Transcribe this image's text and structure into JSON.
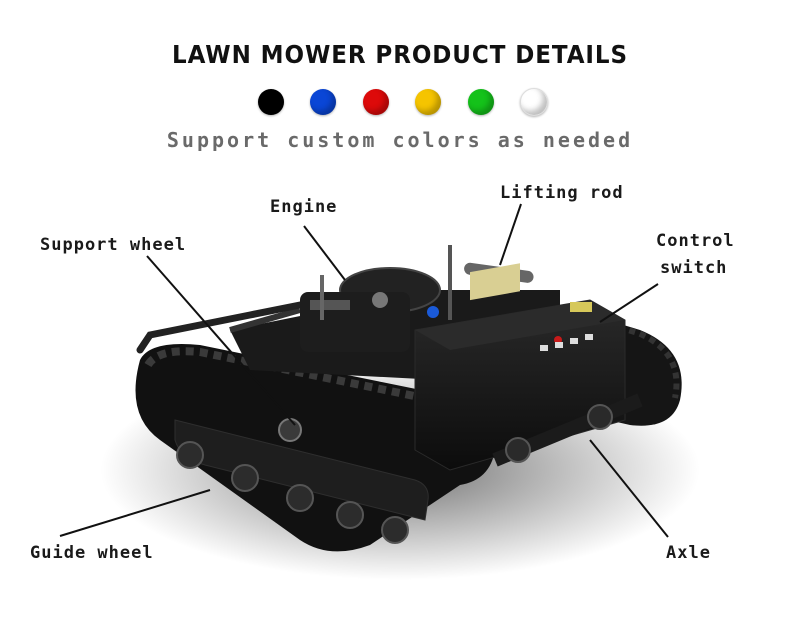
{
  "title": "LAWN MOWER PRODUCT DETAILS",
  "subtitle": "Support custom colors as needed",
  "color_options": [
    {
      "name": "black",
      "color": "#000000"
    },
    {
      "name": "blue",
      "color": "#0a46d6"
    },
    {
      "name": "red",
      "color": "#dd0a0a"
    },
    {
      "name": "yellow",
      "color": "#f5c400"
    },
    {
      "name": "green",
      "color": "#14c21a"
    },
    {
      "name": "white",
      "color": "#ffffff"
    }
  ],
  "labels": {
    "engine": "Engine",
    "lifting_rod": "Lifting rod",
    "support_wheel": "Support wheel",
    "control_switch_line1": "Control",
    "control_switch_line2": "switch",
    "guide_wheel": "Guide wheel",
    "axle": "Axle"
  }
}
